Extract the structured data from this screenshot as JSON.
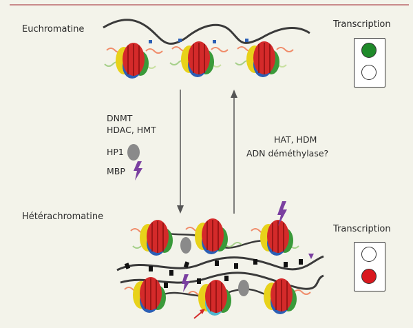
{
  "labels": {
    "euchromatine": "Euchromatine",
    "heterochromatine": "Hétérachromatine",
    "transcription_top": "Transcription",
    "transcription_bottom": "Transcription"
  },
  "left_factors": {
    "line1": "DNMT",
    "line2": "HDAC, HMT",
    "line3": "HP1",
    "line4": "MBP"
  },
  "right_factors": {
    "line1": "HAT, HDM",
    "line2": "ADN déméthylase?"
  },
  "colors": {
    "on_lamp": "#1f8a2a",
    "off_lamp": "#ffffff",
    "repressed_lamp": "#d9181e",
    "histone_red": "#d42a2a",
    "histone_yellow": "#e8d21a",
    "histone_blue": "#2b5fb5",
    "histone_green": "#3a9a3a",
    "hp1_grey": "#8a8a8a",
    "mbp_purple": "#7a3fa0"
  }
}
